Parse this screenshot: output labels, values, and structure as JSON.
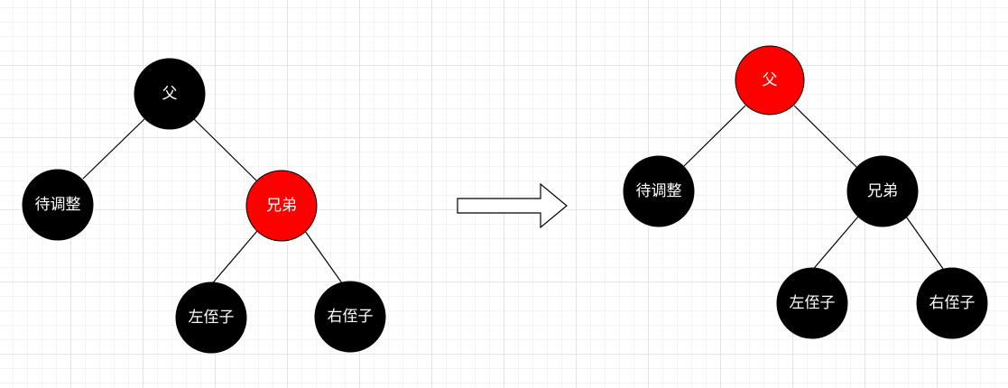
{
  "colors": {
    "black_node": "#000000",
    "red_node": "#ff0000",
    "label": "#ffffff",
    "edge": "#000000"
  },
  "before": {
    "parent": {
      "label": "父",
      "color": "black"
    },
    "target": {
      "label": "待调整",
      "color": "black"
    },
    "sibling": {
      "label": "兄弟",
      "color": "red"
    },
    "left_nephew": {
      "label": "左侄子",
      "color": "black"
    },
    "right_nephew": {
      "label": "右侄子",
      "color": "black"
    }
  },
  "after": {
    "parent": {
      "label": "父",
      "color": "red"
    },
    "target": {
      "label": "待调整",
      "color": "black"
    },
    "sibling": {
      "label": "兄弟",
      "color": "black"
    },
    "left_nephew": {
      "label": "左侄子",
      "color": "black"
    },
    "right_nephew": {
      "label": "右侄子",
      "color": "black"
    }
  },
  "transition_arrow": "right-arrow-icon"
}
